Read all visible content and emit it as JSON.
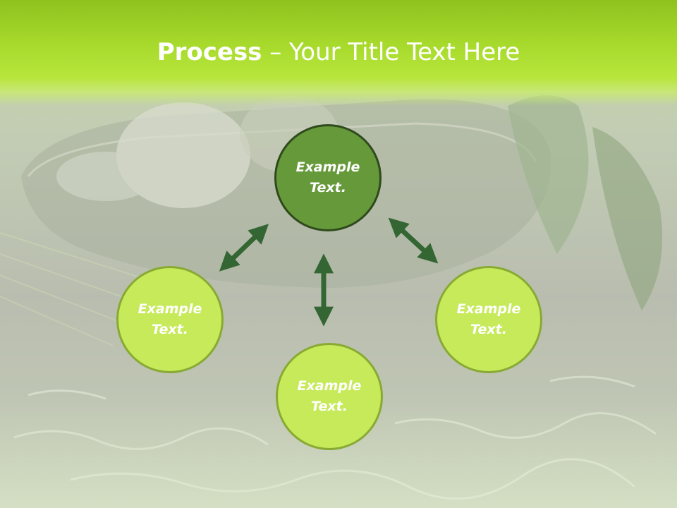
{
  "slide": {
    "title_bold": "Process",
    "title_rest": " – Your Title Text Here"
  },
  "diagram": {
    "center": {
      "label": "Example\nText."
    },
    "nodes": [
      {
        "label": "Example\nText."
      },
      {
        "label": "Example\nText."
      },
      {
        "label": "Example\nText."
      }
    ]
  },
  "colors": {
    "header": "#a6d92b",
    "center_fill": "#66993a",
    "center_border": "#2f4a1c",
    "leaf_fill": "#c6ea5a",
    "leaf_border": "#88aa33",
    "arrow": "#336633"
  }
}
